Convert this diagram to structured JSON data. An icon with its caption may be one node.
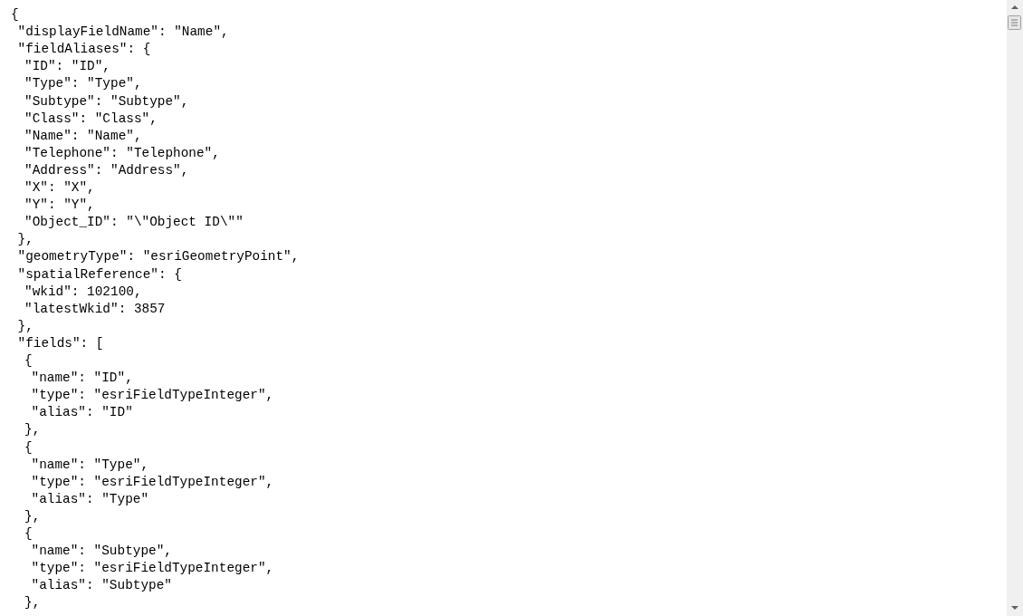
{
  "diagram": {
    "labels": [
      "{",
      "\"displayFieldName\": \"Name\",",
      "\"fieldAliases\": {",
      "\"ID\": \"ID\",",
      "\"Type\": \"Type\",",
      "\"Subtype\": \"Subtype\",",
      "\"Class\": \"Class\",",
      "\"Name\": \"Name\",",
      "\"Telephone\": \"Telephone\",",
      "\"Address\": \"Address\",",
      "\"X\": \"X\",",
      "\"Y\": \"Y\",",
      "\"Object_ID\": \"\\\"Object ID\\\"\"",
      "},",
      "\"geometryType\": \"esriGeometryPoint\",",
      "\"spatialReference\": {",
      "\"wkid\": 102100,",
      "\"latestWkid\": 3857",
      "},",
      "\"fields\": [",
      "{",
      "\"name\": \"ID\",",
      "\"type\": \"esriFieldTypeInteger\",",
      "\"alias\": \"ID\"",
      "},",
      "{",
      "\"name\": \"Type\",",
      "\"type\": \"esriFieldTypeInteger\",",
      "\"alias\": \"Type\"",
      "},",
      "{",
      "\"name\": \"Subtype\",",
      "\"type\": \"esriFieldTypeInteger\",",
      "\"alias\": \"Subtype\"",
      "},"
    ]
  }
}
